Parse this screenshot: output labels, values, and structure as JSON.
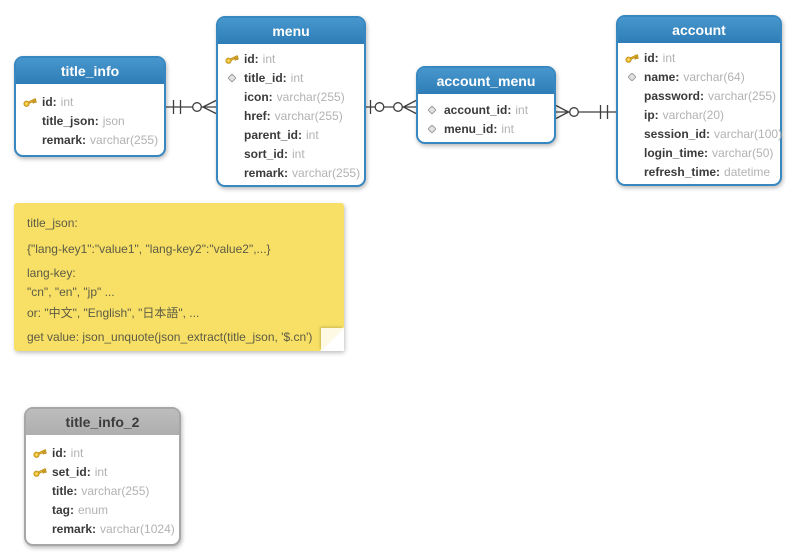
{
  "diagram": {
    "tables": [
      {
        "name": "title_info",
        "style": "blue",
        "fields": [
          {
            "icon": "primary-key",
            "name": "id",
            "type": "int"
          },
          {
            "icon": "none",
            "name": "title_json",
            "type": "json"
          },
          {
            "icon": "none",
            "name": "remark",
            "type": "varchar(255)"
          }
        ]
      },
      {
        "name": "menu",
        "style": "blue",
        "fields": [
          {
            "icon": "primary-key",
            "name": "id",
            "type": "int"
          },
          {
            "icon": "foreign-key",
            "name": "title_id",
            "type": "int"
          },
          {
            "icon": "none",
            "name": "icon",
            "type": "varchar(255)"
          },
          {
            "icon": "none",
            "name": "href",
            "type": "varchar(255)"
          },
          {
            "icon": "none",
            "name": "parent_id",
            "type": "int"
          },
          {
            "icon": "none",
            "name": "sort_id",
            "type": "int"
          },
          {
            "icon": "none",
            "name": "remark",
            "type": "varchar(255)"
          }
        ]
      },
      {
        "name": "account_menu",
        "style": "blue",
        "fields": [
          {
            "icon": "foreign-key",
            "name": "account_id",
            "type": "int"
          },
          {
            "icon": "foreign-key",
            "name": "menu_id",
            "type": "int"
          }
        ]
      },
      {
        "name": "account",
        "style": "blue",
        "fields": [
          {
            "icon": "primary-key",
            "name": "id",
            "type": "int"
          },
          {
            "icon": "foreign-key",
            "name": "name",
            "type": "varchar(64)"
          },
          {
            "icon": "none",
            "name": "password",
            "type": "varchar(255)"
          },
          {
            "icon": "none",
            "name": "ip",
            "type": "varchar(20)"
          },
          {
            "icon": "none",
            "name": "session_id",
            "type": "varchar(100)"
          },
          {
            "icon": "none",
            "name": "login_time",
            "type": "varchar(50)"
          },
          {
            "icon": "none",
            "name": "refresh_time",
            "type": "datetime"
          }
        ]
      },
      {
        "name": "title_info_2",
        "style": "gray",
        "fields": [
          {
            "icon": "primary-key",
            "name": "id",
            "type": "int"
          },
          {
            "icon": "primary-key",
            "name": "set_id",
            "type": "int"
          },
          {
            "icon": "none",
            "name": "title",
            "type": "varchar(255)"
          },
          {
            "icon": "none",
            "name": "tag",
            "type": "enum"
          },
          {
            "icon": "none",
            "name": "remark",
            "type": "varchar(1024)"
          }
        ]
      }
    ],
    "note": {
      "lines": [
        "title_json:",
        "{\"lang-key1\":\"value1\", \"lang-key2\":\"value2\",...}",
        "lang-key:",
        "\"cn\", \"en\", \"jp\" ...",
        "or: \"中文\", \"English\", \"日本語\", ...",
        "get value: json_unquote(json_extract(title_json, '$.cn')"
      ]
    },
    "relationships": [
      {
        "from": "title_info",
        "to": "menu",
        "from_cardinality": "one-and-only-one",
        "to_cardinality": "zero-or-many"
      },
      {
        "from": "menu",
        "to": "account_menu",
        "from_cardinality": "zero-or-one",
        "to_cardinality": "zero-or-many"
      },
      {
        "from": "account_menu",
        "to": "account",
        "from_cardinality": "zero-or-many",
        "to_cardinality": "one-and-only-one"
      }
    ],
    "colors": {
      "table_header_blue": "#3787c0",
      "table_header_gray": "#b3b3b3",
      "note_background": "#f7e065",
      "field_name_text": "#3a3a3a",
      "field_type_text": "#b2b2b3",
      "connector_line": "#3f3f3f",
      "key_icon_fill": "#f3c02c",
      "diamond_icon_fill": "#e3e3e3"
    }
  }
}
